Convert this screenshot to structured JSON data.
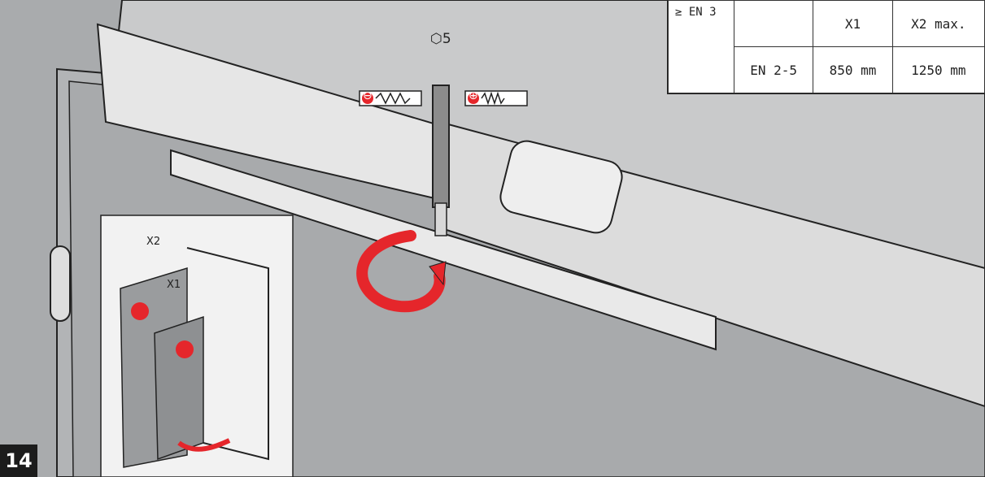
{
  "step": {
    "number": "14"
  },
  "tool": {
    "size": "5",
    "icon": "hex-key-icon"
  },
  "spring_labels": {
    "decrease": "⊖",
    "increase": "⊕"
  },
  "fire_rating": {
    "label": "≥ EN 3",
    "icon": "fire-icon"
  },
  "spec_table": {
    "headers": [
      "",
      "X1",
      "X2 max."
    ],
    "rows": [
      {
        "class": "EN 2-5",
        "x1": "850 mm",
        "x2": "1250 mm"
      }
    ]
  },
  "inset": {
    "x1_label": "X1",
    "x2_label": "X2"
  },
  "colors": {
    "background": "#a9abad",
    "arrow": "#e5262b",
    "line": "#222222",
    "panel": "#f2f2f2"
  }
}
